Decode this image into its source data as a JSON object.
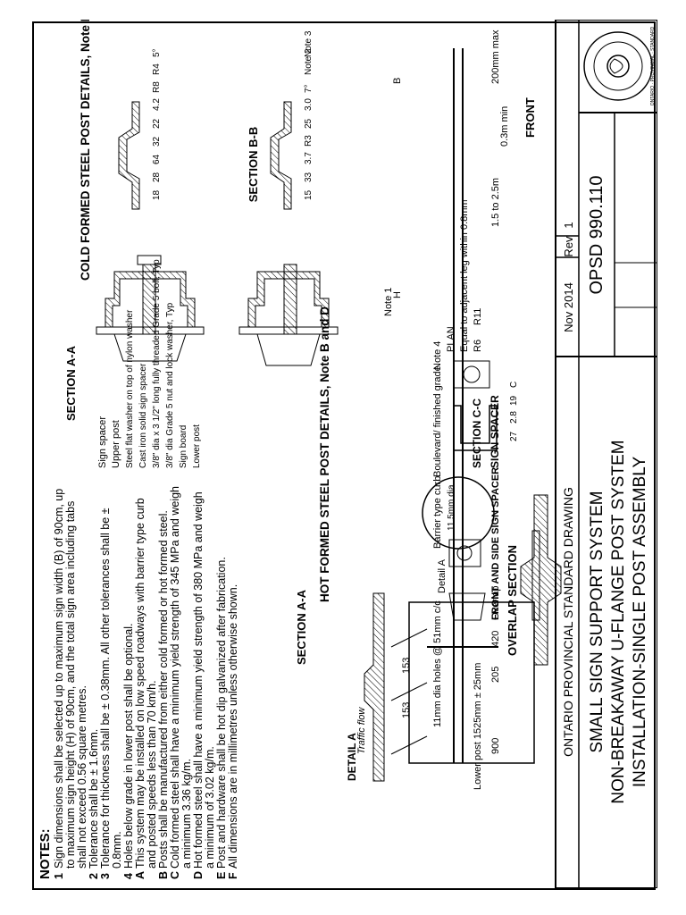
{
  "drawing": {
    "organization": "ONTARIO PROVINCIAL STANDARD DRAWING",
    "title_line1": "SMALL SIGN SUPPORT SYSTEM",
    "title_line2": "NON-BREAKAWAY U-FLANGE POST SYSTEM",
    "title_line3": "INSTALLATION-SINGLE POST ASSEMBLY",
    "date": "Nov 2014",
    "rev_label": "Rev",
    "rev_value": "1",
    "drawing_number": "OPSD 990.110",
    "seal_text": "ONTARIO · PROVINCIAL · STANDARD"
  },
  "notes": {
    "heading": "NOTES:",
    "items": [
      {
        "n": "1",
        "text": "Sign dimensions shall be selected up to maximum sign width (B) of 90cm, up to maximum sign height (H) of 90cm, and the total sign area including tabs shall not exceed 0.56 square metres."
      },
      {
        "n": "2",
        "text": "Tolerance shall be ± 1.6mm."
      },
      {
        "n": "3",
        "text": "Tolerance for thickness shall be ± 0.38mm. All other tolerances shall be ± 0.8mm."
      },
      {
        "n": "4",
        "text": "Holes below grade in lower post shall be optional."
      },
      {
        "n": "A",
        "text": "This system may be installed on low speed roadways with barrier type curb and posted speeds less than 70 km/h."
      },
      {
        "n": "B",
        "text": "Posts shall be manufactured from either cold formed or hot formed steel."
      },
      {
        "n": "C",
        "text": "Cold formed steel shall have a minimum yield strength of 345 MPa and weigh a minimum 3.36 kg/m."
      },
      {
        "n": "D",
        "text": "Hot formed steel shall have a minimum yield strength of 380 MPa and weigh a minimum of 3.02 kg/m."
      },
      {
        "n": "E",
        "text": "Post and hardware shall be hot dip galvanized after fabrication."
      },
      {
        "n": "F",
        "text": "All dimensions are in millimetres unless otherwise shown."
      }
    ]
  },
  "sections": {
    "aa_cold_title": "SECTION A-A",
    "aa_cold_sub": "COLD FORMED STEEL POST DETAILS, Note B and C",
    "aa_hot_title": "SECTION A-A",
    "aa_hot_sub": "HOT FORMED STEEL POST DETAILS, Note B and D",
    "bb_title": "SECTION B-B",
    "cc_title": "SECTION C-C",
    "sign_spacer_title": "SIGN SPACER",
    "sign_spacer_front": "FRONT AND SIDE SIGN SPACER",
    "overlap_title": "OVERLAP SECTION",
    "detail_a": "DETAIL A",
    "front": "FRONT",
    "plan": "PLAN"
  },
  "labels": {
    "sign_spacer": "Sign spacer",
    "upper_post": "Upper post",
    "lower_post": "Lower post",
    "steel_flat_washer": "Steel flat washer on top of nylon washer",
    "cast_iron": "Cast iron solid sign spacer",
    "bolt": "3/8\" dia x 3 1/2\" long fully threaded Grade 5 bolt, Typ",
    "nut": "3/8\" dia Grade 5 nut and lock washer, Typ",
    "sign_board": "Sign board",
    "traffic_flow": "Traffic flow",
    "barrier_curb": "Barrier type curb",
    "boulevard": "Boulevard/ finished grade",
    "note4": "Note 4",
    "detail_a_ref": "Detail A",
    "holes": "11mm dia holes @ 51mm c/c",
    "equal_leg": "Equal to adjacent leg within 0.8mm",
    "hole_dia": "11.5mm dia",
    "overlap": "Overlap"
  },
  "dims": {
    "max200": "200mm max",
    "range": "1.5 to 2.5m",
    "min03": "0.3m min",
    "d900": "900",
    "d205": "205",
    "d420": "420",
    "lower_len": "Lower post 1525mm ± 25mm",
    "H": "H",
    "B": "B",
    "note1": "Note 1",
    "note2": "Note 2",
    "note3": "Note 3",
    "d153a": "153",
    "d153b": "153",
    "d18": "18",
    "d28": "28",
    "d64": "64",
    "d32": "32",
    "d22": "22",
    "d42": "4.2",
    "r8": "R8",
    "r4": "R4",
    "deg5": "5°",
    "d15": "15",
    "d33": "33",
    "d37": "3.7",
    "r3": "R3",
    "d25": "25",
    "d30": "3.0",
    "deg7": "7°",
    "d27": "27",
    "d28b": "2.8",
    "d19": "19",
    "r6": "R6",
    "r11": "R11",
    "c": "C"
  }
}
